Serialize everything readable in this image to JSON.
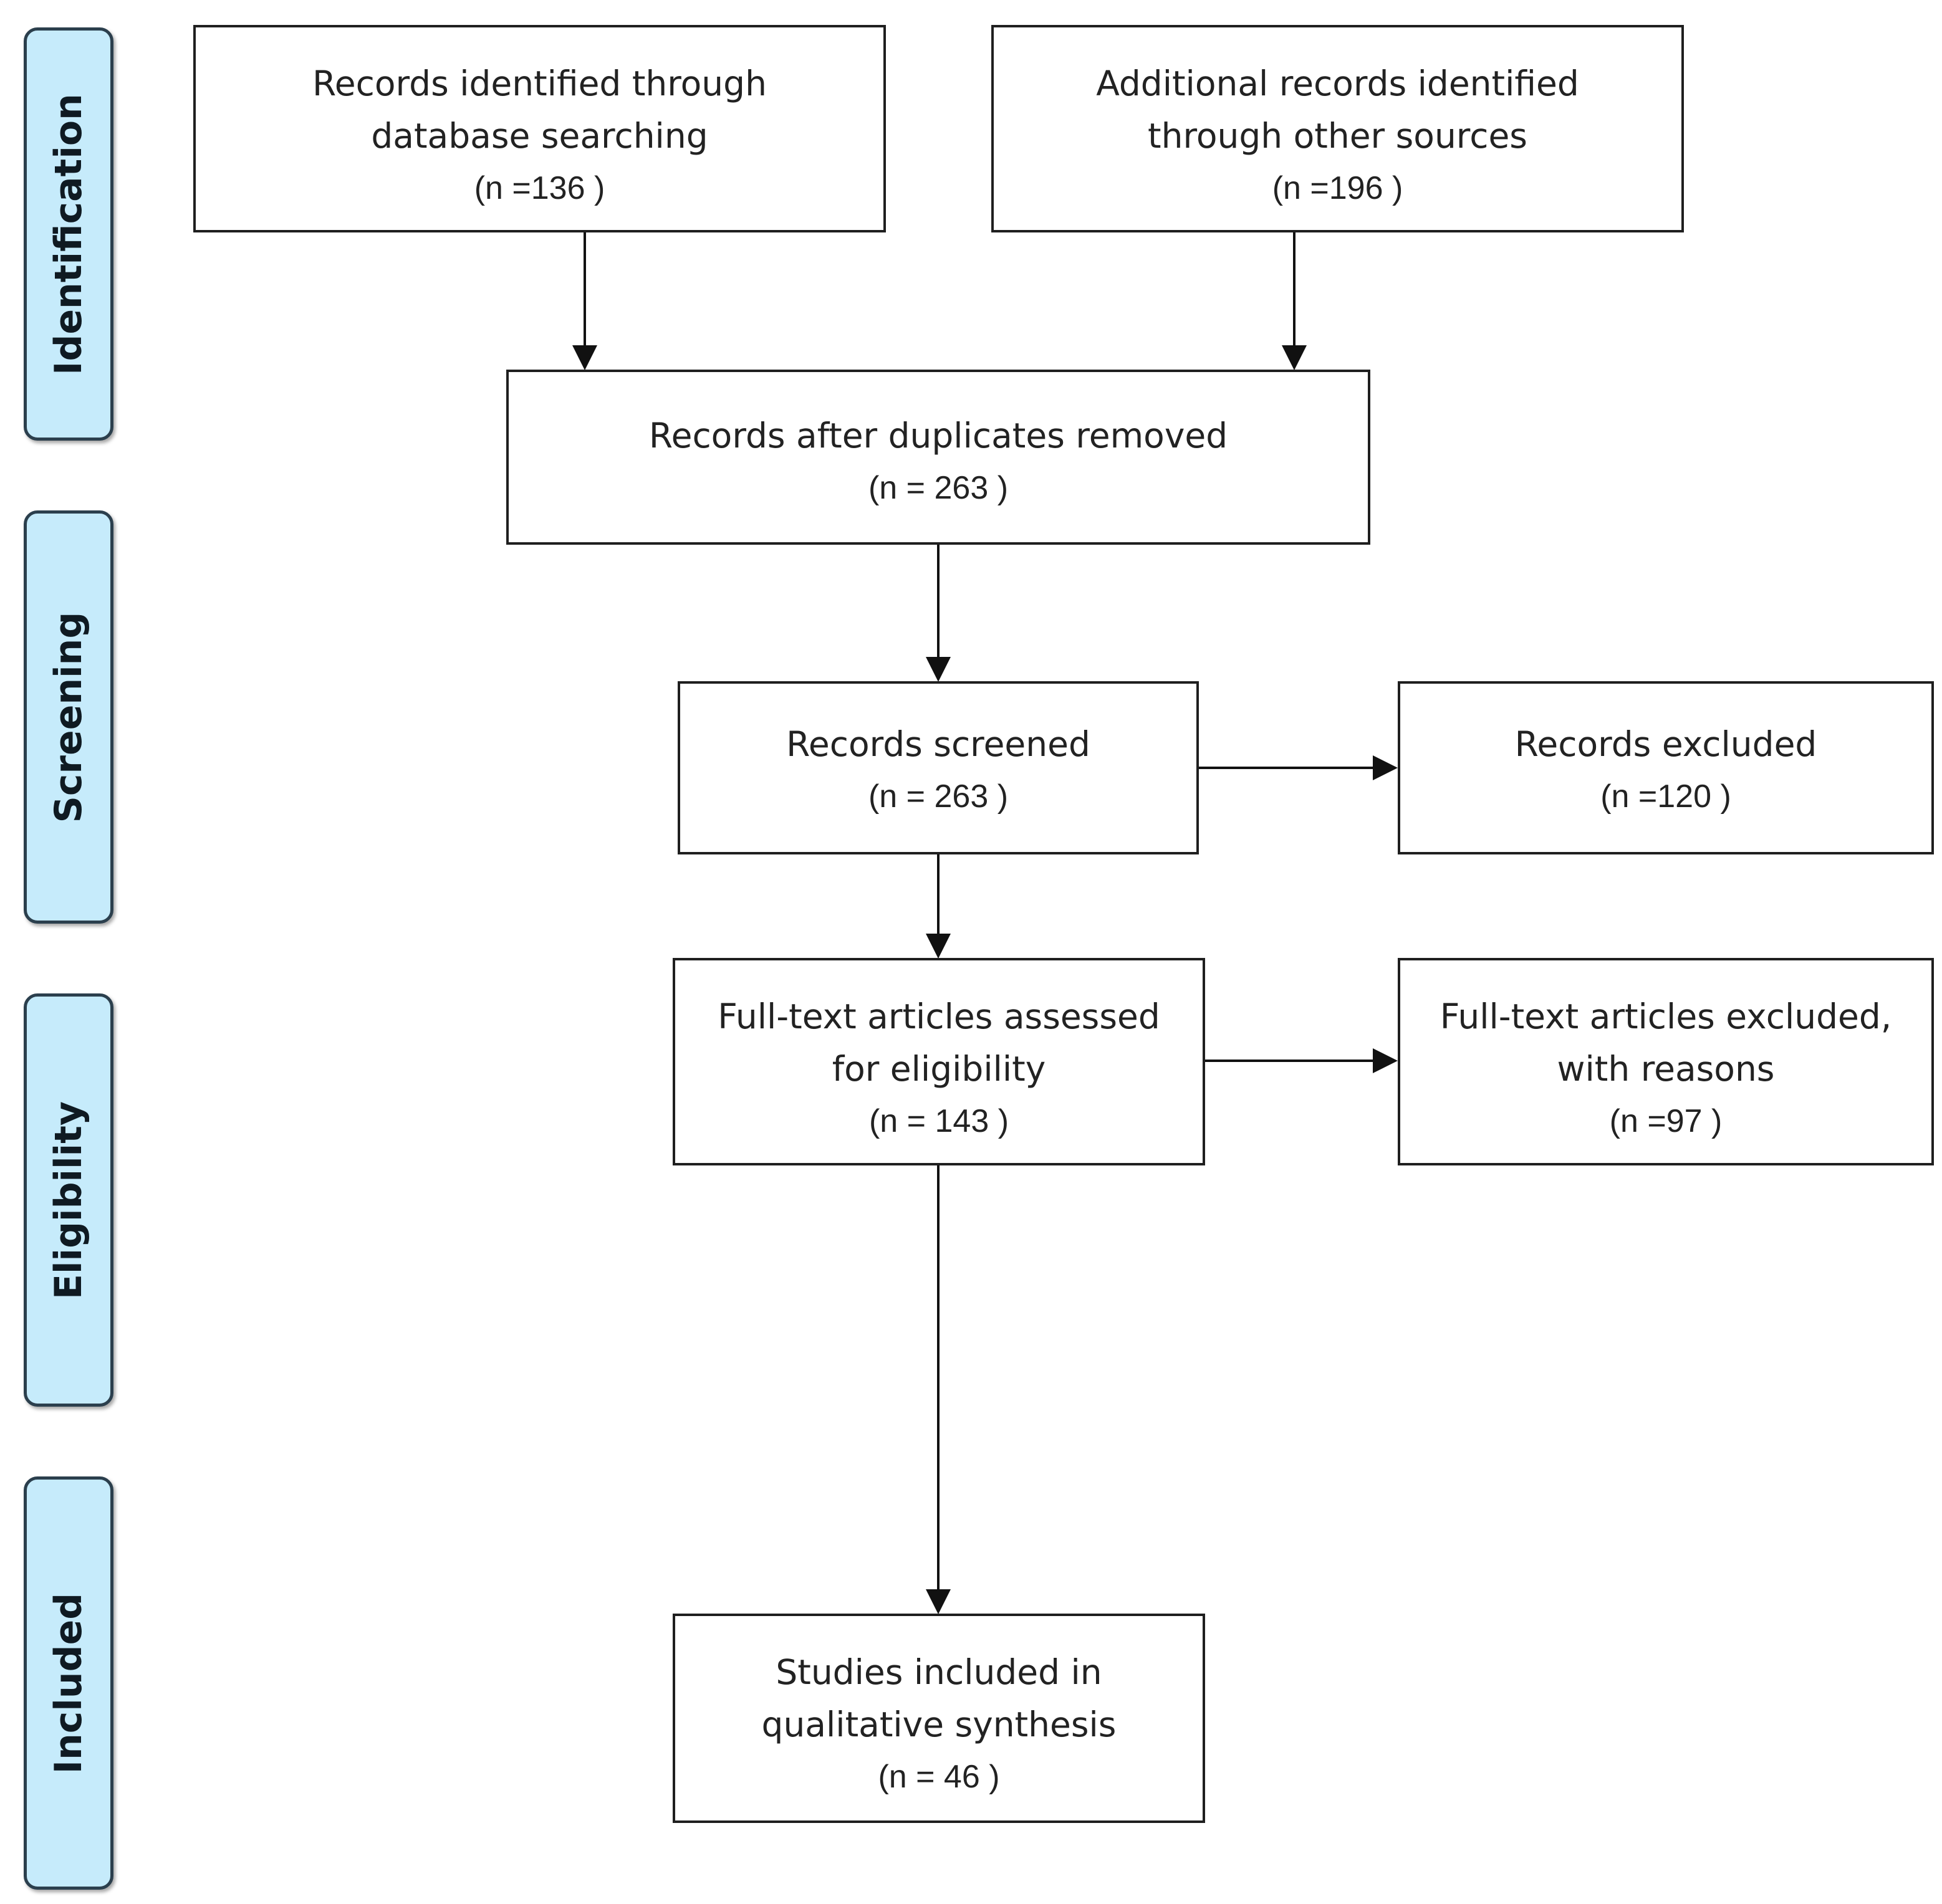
{
  "phases": {
    "identification": "Identification",
    "screening": "Screening",
    "eligibility": "Eligibility",
    "included": "Included"
  },
  "boxes": {
    "database": {
      "lines": [
        "Records identified through",
        "database searching"
      ],
      "count": "(n =136 )"
    },
    "other_sources": {
      "lines": [
        "Additional records identified",
        "through other sources"
      ],
      "count": "(n =196 )"
    },
    "after_duplicates": {
      "lines": [
        "Records after duplicates removed"
      ],
      "count": "(n = 263 )"
    },
    "screened": {
      "lines": [
        "Records screened"
      ],
      "count": "(n = 263 )"
    },
    "excluded": {
      "lines": [
        "Records excluded"
      ],
      "count": "(n =120 )"
    },
    "assessed": {
      "lines": [
        "Full-text articles assessed",
        "for eligibility"
      ],
      "count": "(n = 143 )"
    },
    "fulltext_excluded": {
      "lines": [
        "Full-text articles excluded,",
        "with reasons"
      ],
      "count": "(n =97 )"
    },
    "included": {
      "lines": [
        "Studies included in",
        "qualitative synthesis"
      ],
      "count": "(n = 46 )"
    }
  }
}
